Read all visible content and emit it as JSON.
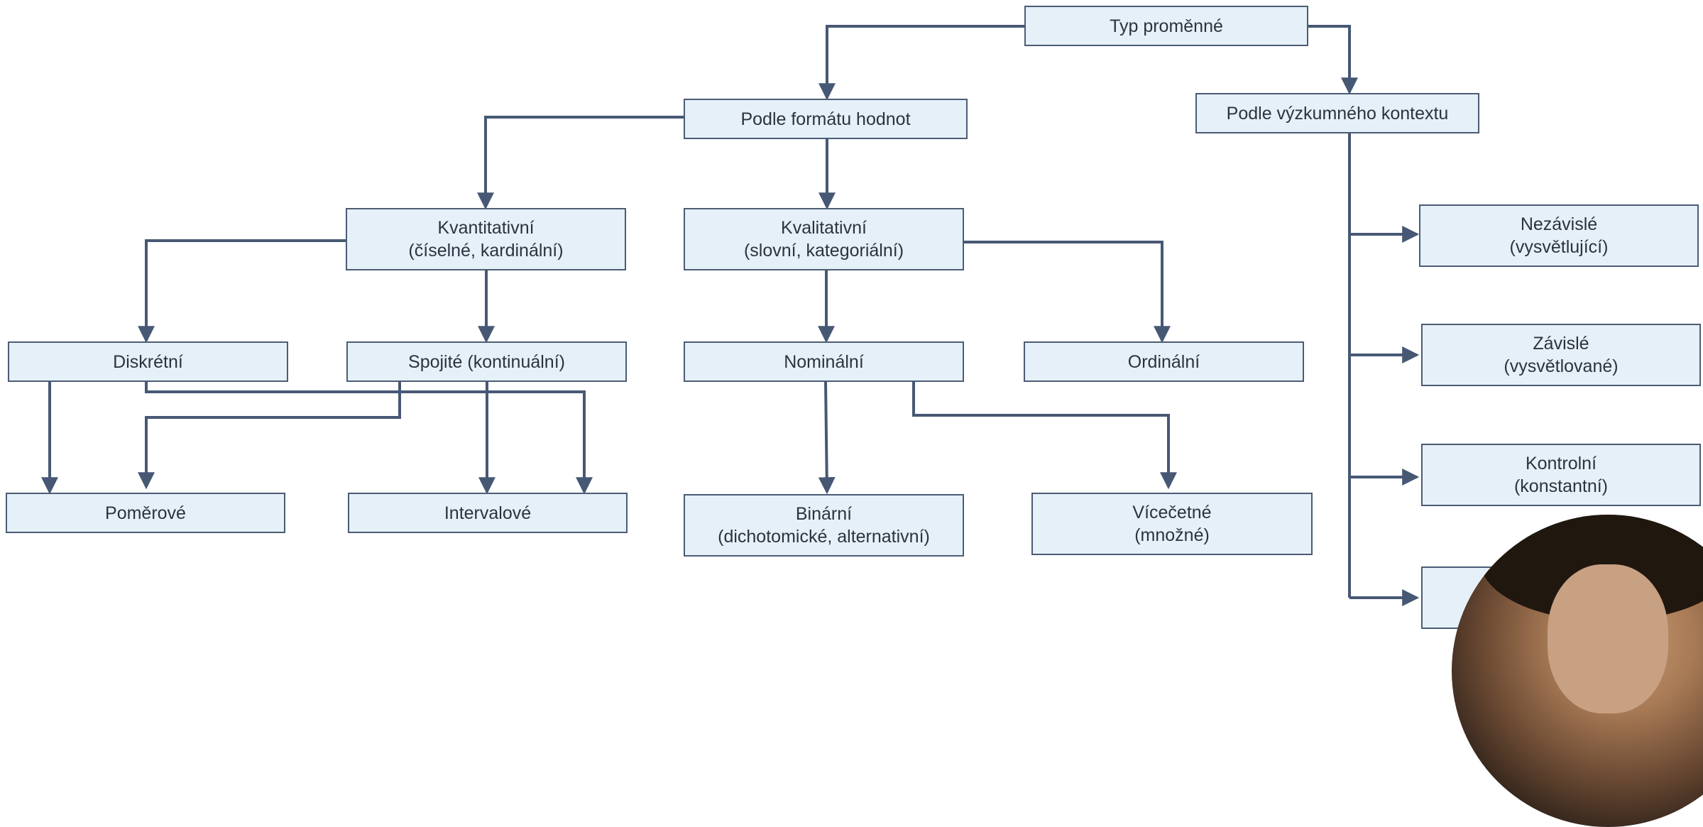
{
  "nodes": {
    "typ": "Typ proměnné",
    "format": "Podle formátu hodnot",
    "kontext": "Podle výzkumného kontextu",
    "kvantitativni": [
      "Kvantitativní",
      "(číselné, kardinální)"
    ],
    "kvalitativni": [
      "Kvalitativní",
      "(slovní, kategoriální)"
    ],
    "diskretni": "Diskrétní",
    "spojite": "Spojité (kontinuální)",
    "nominalni": "Nominální",
    "ordinalni": "Ordinální",
    "pomerove": "Poměrové",
    "intervalove": "Intervalové",
    "binarni": [
      "Binární",
      "(dichotomické, alternativní)"
    ],
    "vicecetne": [
      "Vícečetné",
      "(množné)"
    ],
    "nezavisle": [
      "Nezávislé",
      "(vysvětlující)"
    ],
    "zavisle": [
      "Závislé",
      "(vysvětlované)"
    ],
    "kontrolni": [
      "Kontrolní",
      "(konstantní)"
    ]
  },
  "colors": {
    "box_fill": "#e6f0f8",
    "box_border": "#4b5c74",
    "connector": "#475874",
    "text": "#2b3340"
  }
}
